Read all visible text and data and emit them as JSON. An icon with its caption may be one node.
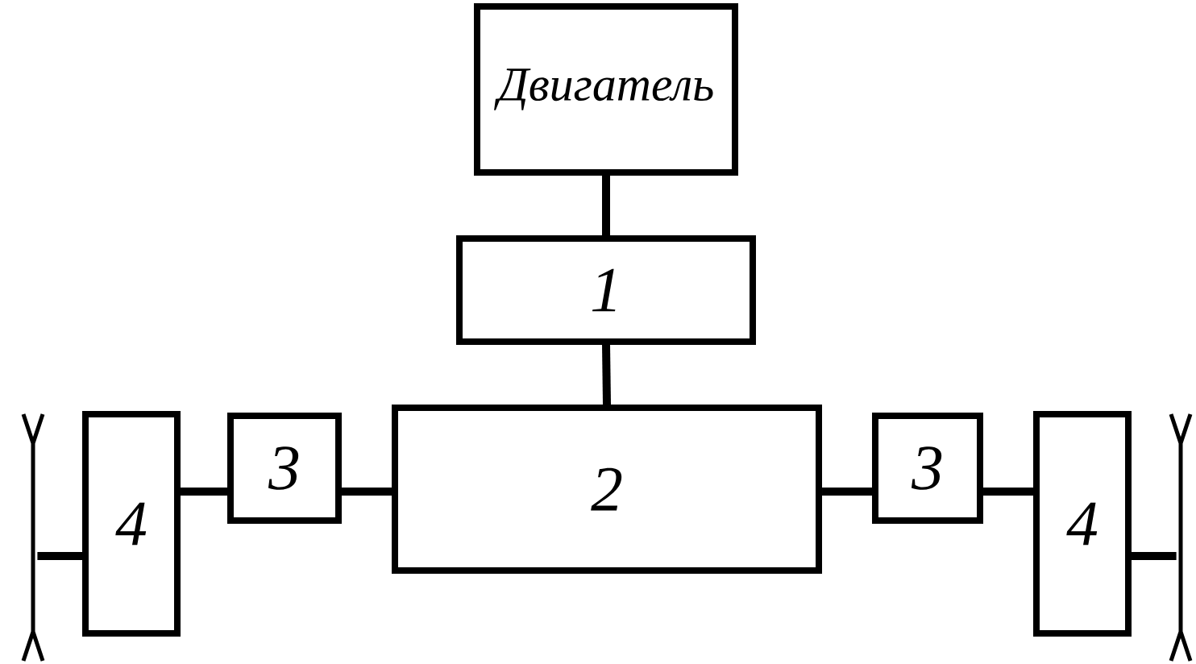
{
  "diagram": {
    "nodes": [
      {
        "text": [
          "Двигатель"
        ]
      },
      {
        "text": [
          "1"
        ]
      },
      {
        "text": [
          "2"
        ]
      },
      {
        "text": [
          "3"
        ]
      },
      {
        "text": [
          "4"
        ]
      },
      {
        "text": [],
        "shape": "bar"
      },
      {
        "text": [
          "3"
        ]
      },
      {
        "text": [
          "4"
        ]
      },
      {
        "text": [],
        "shape": "bar"
      }
    ],
    "edges": [
      {
        "from": 0,
        "to": 1,
        "arrow": "none"
      },
      {
        "from": 1,
        "to": 2,
        "arrow": "none"
      },
      {
        "from": 2,
        "to": 3,
        "arrow": "none"
      },
      {
        "from": 3,
        "to": 4,
        "arrow": "none"
      },
      {
        "from": 4,
        "to": 5,
        "arrow": "none"
      },
      {
        "from": 2,
        "to": 6,
        "arrow": "none"
      },
      {
        "from": 6,
        "to": 7,
        "arrow": "none"
      },
      {
        "from": 7,
        "to": 8,
        "arrow": "none"
      }
    ]
  }
}
